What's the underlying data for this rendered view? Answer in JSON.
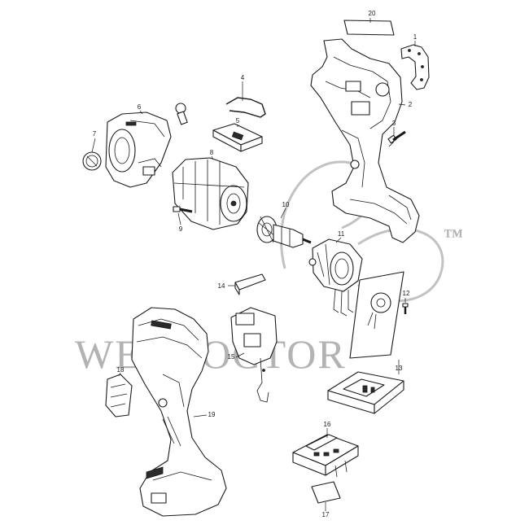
{
  "watermark": {
    "text": "WEBDOCTOR",
    "trademark": "™"
  },
  "parts": [
    {
      "id": "p1",
      "number": "1"
    },
    {
      "id": "p2",
      "number": "2"
    },
    {
      "id": "p3",
      "number": "3"
    },
    {
      "id": "p4",
      "number": "4"
    },
    {
      "id": "p5",
      "number": "5"
    },
    {
      "id": "p6",
      "number": "6"
    },
    {
      "id": "p7",
      "number": "7"
    },
    {
      "id": "p8",
      "number": "8"
    },
    {
      "id": "p9",
      "number": "9"
    },
    {
      "id": "p10",
      "number": "10"
    },
    {
      "id": "p11",
      "number": "11"
    },
    {
      "id": "p12",
      "number": "12"
    },
    {
      "id": "p13",
      "number": "13"
    },
    {
      "id": "p14",
      "number": "14"
    },
    {
      "id": "p15",
      "number": "15"
    },
    {
      "id": "p16",
      "number": "16"
    },
    {
      "id": "p17",
      "number": "17"
    },
    {
      "id": "p18",
      "number": "18"
    },
    {
      "id": "p19",
      "number": "19"
    },
    {
      "id": "p20",
      "number": "20"
    }
  ]
}
